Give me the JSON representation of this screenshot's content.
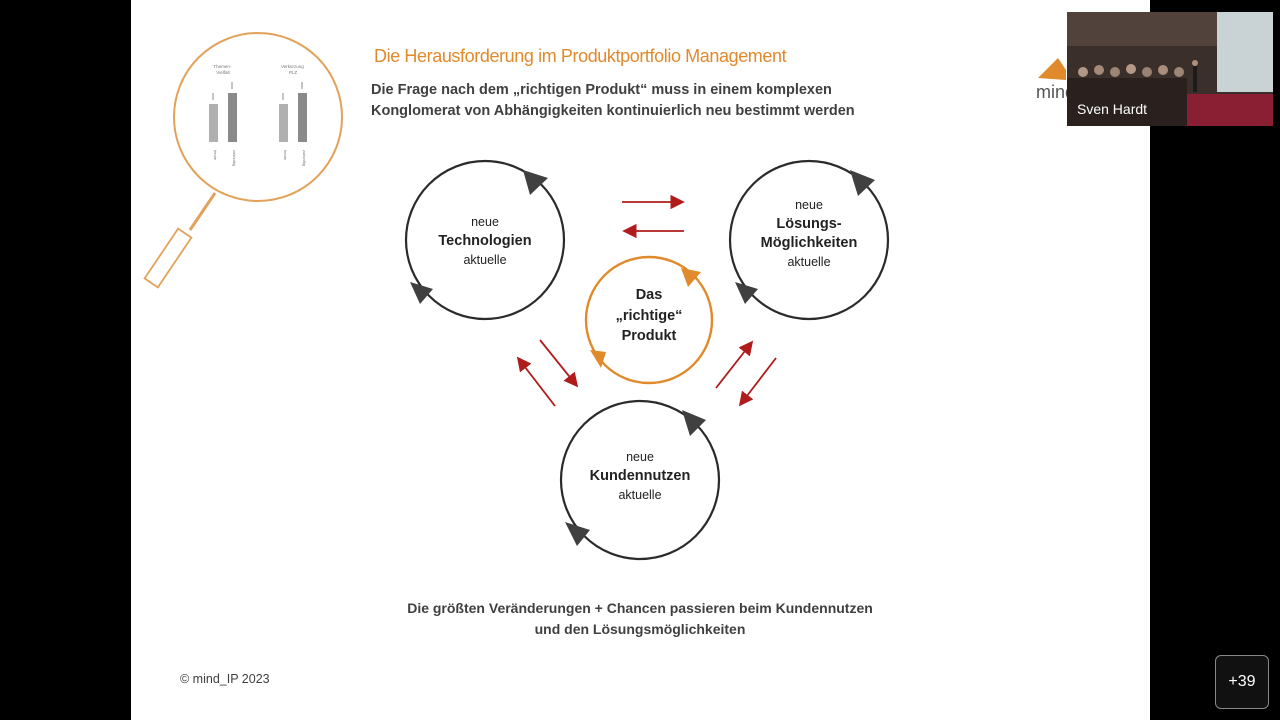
{
  "slide": {
    "title": "Die Herausforderung im Produktportfolio Management",
    "subtitle_line1": "Die Frage nach dem „richtigen Produkt“ muss in einem komplexen",
    "subtitle_line2": "Konglomerat von Abhängigkeiten kontinuierlich neu bestimmt werden",
    "footer_line1": "Die größten Veränderungen + Chancen passieren beim Kundennutzen",
    "footer_line2": "und den Lösungsmöglichkeiten",
    "copyright": "© mind_IP 2023",
    "logo_text": "mind"
  },
  "cycles": {
    "technologies": {
      "top": "neue",
      "main": "Technologien",
      "bottom": "aktuelle"
    },
    "solutions": {
      "top": "neue",
      "main1": "Lösungs-",
      "main2": "Möglichkeiten",
      "bottom": "aktuelle"
    },
    "customer": {
      "top": "neue",
      "main": "Kundennutzen",
      "bottom": "aktuelle"
    },
    "product": {
      "line1": "Das",
      "line2": "„richtige“",
      "line3": "Produkt"
    }
  },
  "magnifier": {
    "label_left": "Themen-\nVielfalt",
    "label_right": "Verkürzung\nPLZ",
    "bar_labels": [
      "heute",
      "zukünftig",
      "heute",
      "zukünftig"
    ]
  },
  "video": {
    "participant_name": "Sven Hardt"
  },
  "controls": {
    "more_participants": "+39"
  },
  "colors": {
    "accent_orange": "#e08a2c",
    "arrow_red": "#b01c1c",
    "ring_dark": "#2b2b2b",
    "text_gray": "#404040"
  }
}
